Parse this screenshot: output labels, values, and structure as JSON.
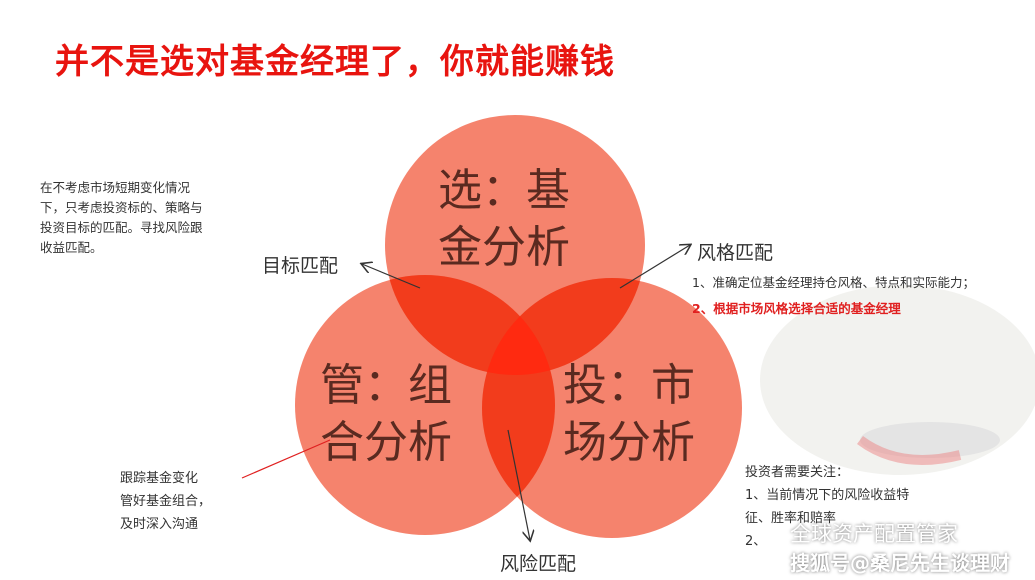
{
  "title": "并不是选对基金经理了，你就能赚钱",
  "circles": {
    "top": [
      "选：基",
      "金分析"
    ],
    "left": [
      "管：组",
      "合分析"
    ],
    "right": [
      "投：市",
      "场分析"
    ]
  },
  "labels": {
    "goal_match": "目标匹配",
    "style_match": "风格匹配",
    "risk_match": "风险匹配"
  },
  "notes": {
    "goal": [
      "在不考虑市场短期变化情况",
      "下，只考虑投资标的、策略与",
      "投资目标的匹配。寻找风险跟",
      "收益匹配。"
    ],
    "style": [
      "1、准确定位基金经理持仓风格、特点和实际能力；",
      "2、根据市场风格选择合适的基金经理"
    ],
    "manage": [
      "跟踪基金变化",
      "管好基金组合，",
      "及时深入沟通"
    ],
    "investor": [
      "投资者需要关注：",
      "1、当前情况下的风险收益特",
      "征、胜率和赔率",
      "2、"
    ]
  },
  "watermark": {
    "line1": "全球资产配置管家",
    "line2": "搜狐号@桑尼先生谈理财"
  },
  "colors": {
    "circle_fill": "#f47a62",
    "overlap_fill": "#ff2a10",
    "title_red": "#e8140f"
  }
}
